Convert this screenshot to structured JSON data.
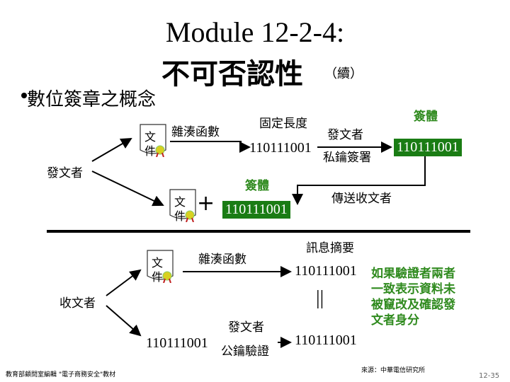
{
  "header": {
    "module_title": "Module 12-2-4:",
    "subtitle": "不可否認性",
    "subtitle_suffix": "（續）"
  },
  "bullet": {
    "text": "數位簽章之概念"
  },
  "diagram": {
    "sender_label": "發文者",
    "receiver_label": "收文者",
    "doc_label_line1": "文",
    "doc_label_line2": "件",
    "hash_function": "雜湊函數",
    "fixed_length": "固定長度",
    "digest_value": "110111001",
    "private_key_sign_line1": "發文者",
    "private_key_sign_line2": "私鑰簽署",
    "signature_label": "簽體",
    "signature_value": "110111001",
    "plus_sign": "+",
    "send_to_receiver": "傳送收文者",
    "message_digest": "訊息摘要",
    "receiver_digest": "110111001",
    "compare_symbol": "||",
    "public_key_verify_line1": "發文者",
    "public_key_verify_line2": "公鑰驗證",
    "verified_digest": "110111001",
    "received_signature": "110111001",
    "note": "如果驗證者兩者一致表示資料未被竄改及確認發文者身分"
  },
  "footer": {
    "left": "教育部顧問室編輯 \"電子商務安全\"教材",
    "right": "來源：中華電信研究所",
    "page": "12-35"
  },
  "colors": {
    "accent_green": "#2f8a1e",
    "box_green": "#1a7c14"
  }
}
